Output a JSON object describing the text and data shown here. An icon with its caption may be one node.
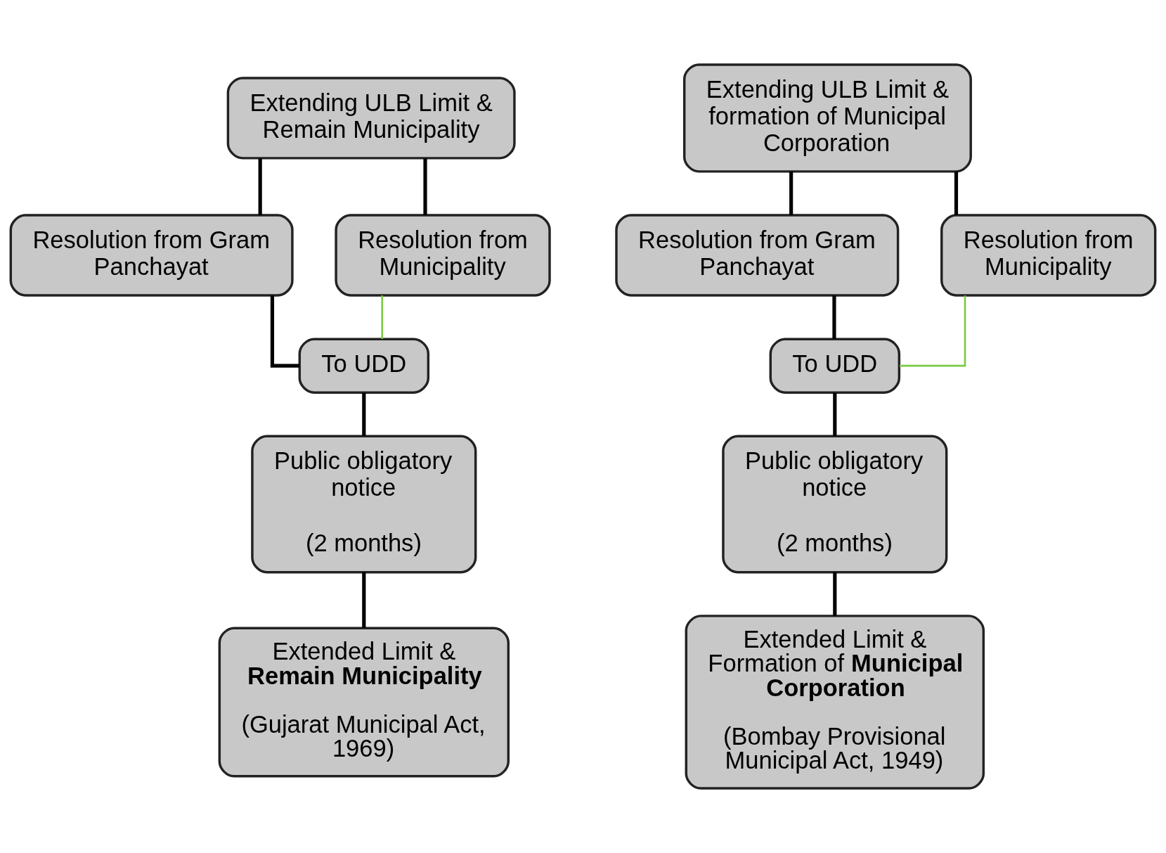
{
  "diagram": {
    "nodes": [
      {
        "text": [
          "Extending ULB Limit & Remain Municipality"
        ]
      },
      {
        "text": [
          "Resolution from Gram Panchayat"
        ]
      },
      {
        "text": [
          "Resolution from Municipality"
        ]
      },
      {
        "text": [
          "To UDD"
        ]
      },
      {
        "text": [
          "Public obligatory notice",
          "(2 months)"
        ]
      },
      {
        "text": [
          "Extended Limit & **Remain Municipality**",
          "(Gujarat Municipal Act, 1969)"
        ]
      },
      {
        "text": [
          "Extending ULB Limit & formation of Municipal Corporation"
        ]
      },
      {
        "text": [
          "Resolution from Gram Panchayat"
        ]
      },
      {
        "text": [
          "Resolution from Municipality"
        ]
      },
      {
        "text": [
          "To UDD"
        ]
      },
      {
        "text": [
          "Public obligatory notice",
          "(2 months)"
        ]
      },
      {
        "text": [
          "Extended Limit & Formation of **Municipal Corporation**",
          "(Bombay Provisional Municipal Act, 1949)"
        ]
      }
    ],
    "edges": [
      {
        "from": 0,
        "to": 1,
        "arrow": "none"
      },
      {
        "from": 0,
        "to": 2,
        "arrow": "none"
      },
      {
        "from": 1,
        "to": 3,
        "arrow": "none"
      },
      {
        "from": 2,
        "to": 3,
        "arrow": "none",
        "color": "#7ac943"
      },
      {
        "from": 3,
        "to": 4,
        "arrow": "none"
      },
      {
        "from": 4,
        "to": 5,
        "arrow": "none"
      },
      {
        "from": 6,
        "to": 7,
        "arrow": "none"
      },
      {
        "from": 6,
        "to": 8,
        "arrow": "none"
      },
      {
        "from": 7,
        "to": 9,
        "arrow": "none"
      },
      {
        "from": 8,
        "to": 9,
        "arrow": "none",
        "color": "#7ac943"
      },
      {
        "from": 9,
        "to": 10,
        "arrow": "none"
      },
      {
        "from": 10,
        "to": 11,
        "arrow": "none"
      }
    ]
  }
}
